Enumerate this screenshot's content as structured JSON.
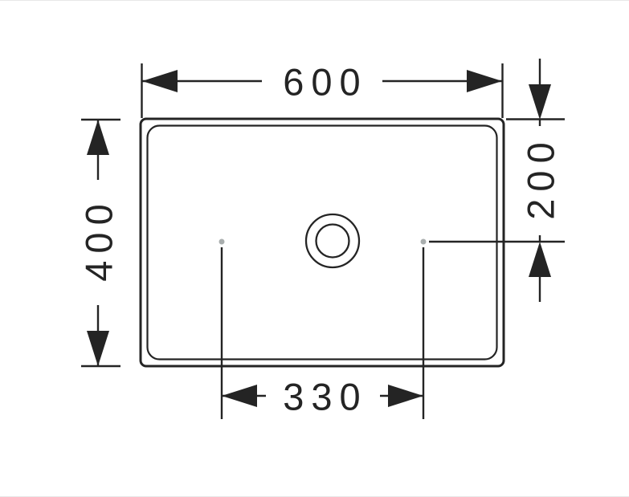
{
  "drawing": {
    "dimensions": {
      "overall_width": {
        "label": "600"
      },
      "overall_depth": {
        "label": "400"
      },
      "tap_hole_offset": {
        "label": "200"
      },
      "tap_hole_spacing": {
        "label": "330"
      }
    },
    "colors": {
      "line": "#242424",
      "background": "#ffffff",
      "hole_marker": "#a9aeae"
    }
  }
}
